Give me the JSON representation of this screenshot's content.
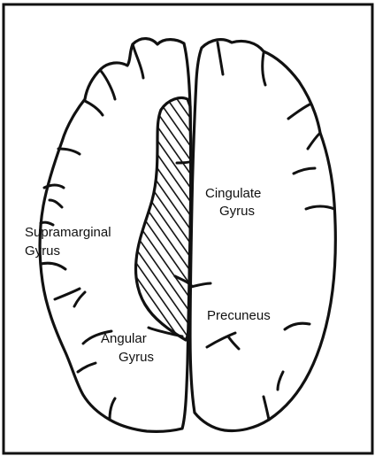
{
  "labels": {
    "cingulate_line1": "Cingulate",
    "cingulate_line2": "Gyrus",
    "supramarginal_line1": "Supramarginal",
    "supramarginal_line2": "Gyrus",
    "precuneus": "Precuneus",
    "angular_line1": "Angular",
    "angular_line2": "Gyrus"
  },
  "colors": {
    "ink": "#111111",
    "background": "#ffffff"
  }
}
